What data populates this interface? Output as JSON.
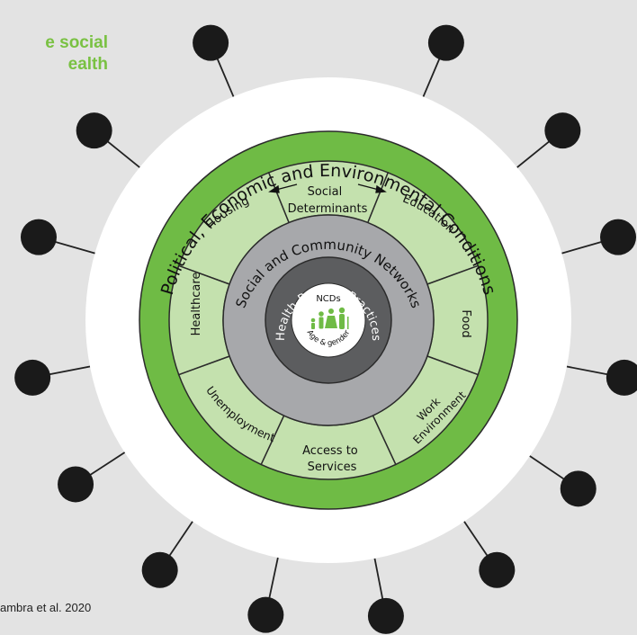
{
  "heading": {
    "line1": "e social",
    "line2": "ealth"
  },
  "citation": "ambra et al. 2020",
  "rings": {
    "outer": "Political, Economic and Environmental Conditions",
    "networks": "Social and Community Networks",
    "practices": "Health-Related Practices"
  },
  "determinants_header": {
    "line1": "Social",
    "line2": "Determinants"
  },
  "segments": [
    {
      "label": "Housing"
    },
    {
      "label": "Education"
    },
    {
      "label": "Food"
    },
    {
      "label": "Work Environment",
      "line1": "Work",
      "line2": "Environment"
    },
    {
      "label": "Access to Services",
      "line1": "Access to",
      "line2": "Services"
    },
    {
      "label": "Unemployment"
    },
    {
      "label": "Healthcare"
    }
  ],
  "center": {
    "top": "NCDs",
    "bottom": "Age & gender"
  },
  "colors": {
    "background": "#e3e3e3",
    "outer_circle": "#ffffff",
    "green_ring": "#6fbb45",
    "segment_fill": "#c4e1ae",
    "segment_stroke": "#2b2b2b",
    "networks_ring": "#a7a8ab",
    "practices_ring": "#5c5d5f",
    "center_fill": "#ffffff",
    "node": "#1a1a1a",
    "heading": "#79c142"
  },
  "icons": [
    "spoke-node-icon",
    "family-figures-icon",
    "double-arrow-icon"
  ]
}
